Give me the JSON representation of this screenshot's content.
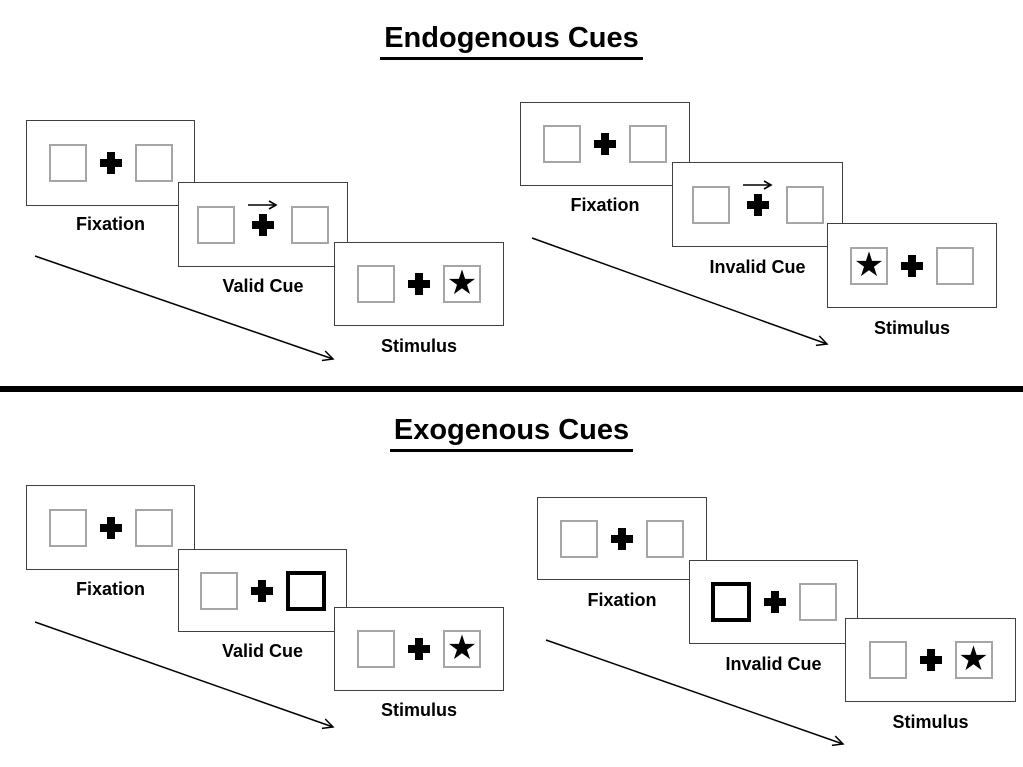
{
  "diagram": {
    "glyphs": {
      "star": "★"
    },
    "colors": {
      "frame_border": "#404040",
      "square_border": "#a6a6a6",
      "ink": "#000000",
      "background": "#ffffff"
    },
    "sections": [
      {
        "title": "Endogenous Cues",
        "panels": [
          {
            "name": "valid",
            "cue_type": "central-arrow",
            "arrow_direction": "right",
            "stimulus_side": "right",
            "frames": [
              {
                "label": "Fixation"
              },
              {
                "label": "Valid Cue"
              },
              {
                "label": "Stimulus"
              }
            ]
          },
          {
            "name": "invalid",
            "cue_type": "central-arrow",
            "arrow_direction": "right",
            "stimulus_side": "left",
            "frames": [
              {
                "label": "Fixation"
              },
              {
                "label": "Invalid Cue"
              },
              {
                "label": "Stimulus"
              }
            ]
          }
        ]
      },
      {
        "title": "Exogenous Cues",
        "panels": [
          {
            "name": "valid",
            "cue_type": "peripheral-highlight",
            "highlight_side": "right",
            "stimulus_side": "right",
            "frames": [
              {
                "label": "Fixation"
              },
              {
                "label": "Valid Cue"
              },
              {
                "label": "Stimulus"
              }
            ]
          },
          {
            "name": "invalid",
            "cue_type": "peripheral-highlight",
            "highlight_side": "left",
            "stimulus_side": "right",
            "frames": [
              {
                "label": "Fixation"
              },
              {
                "label": "Invalid Cue"
              },
              {
                "label": "Stimulus"
              }
            ]
          }
        ]
      }
    ]
  }
}
